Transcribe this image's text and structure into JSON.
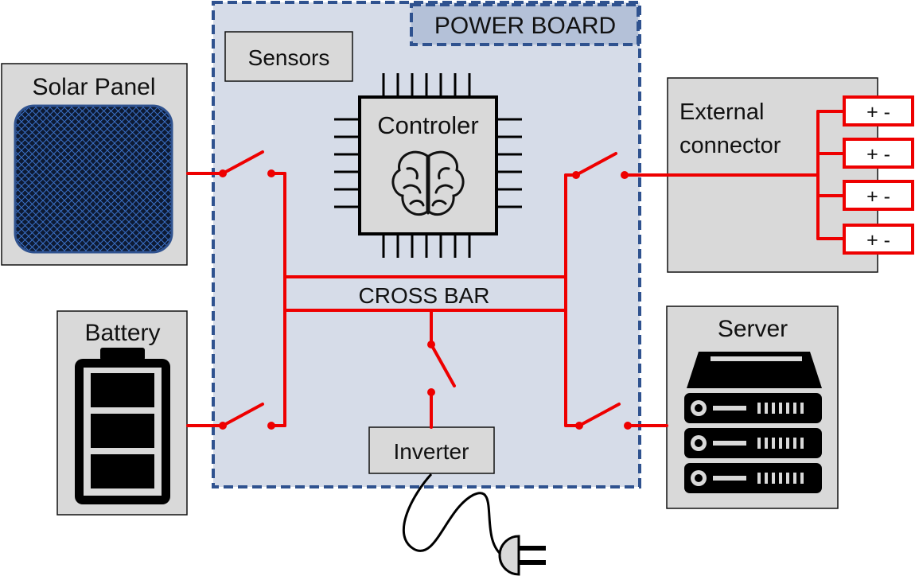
{
  "diagram": {
    "power_board": {
      "title": "POWER BOARD"
    },
    "sensors": {
      "label": "Sensors"
    },
    "controller": {
      "label": "Controler",
      "icon": "brain-icon"
    },
    "cross_bar": {
      "label": "CROSS BAR"
    },
    "inverter": {
      "label": "Inverter",
      "icon": "plug-icon"
    },
    "solar_panel": {
      "label": "Solar Panel",
      "icon": "solar-panel-icon"
    },
    "battery": {
      "label": "Battery",
      "icon": "battery-icon"
    },
    "external_connector": {
      "label_line1": "External",
      "label_line2": "connector",
      "ports": [
        "+ -",
        "+ -",
        "+ -",
        "+ -"
      ]
    },
    "server": {
      "label": "Server",
      "icon": "server-icon"
    },
    "colors": {
      "board_fill": "#d6dce8",
      "board_border": "#2f528f",
      "wire": "#ee0000",
      "box_fill": "#d9d9d9",
      "solar_cell": "#1f3a68"
    }
  }
}
